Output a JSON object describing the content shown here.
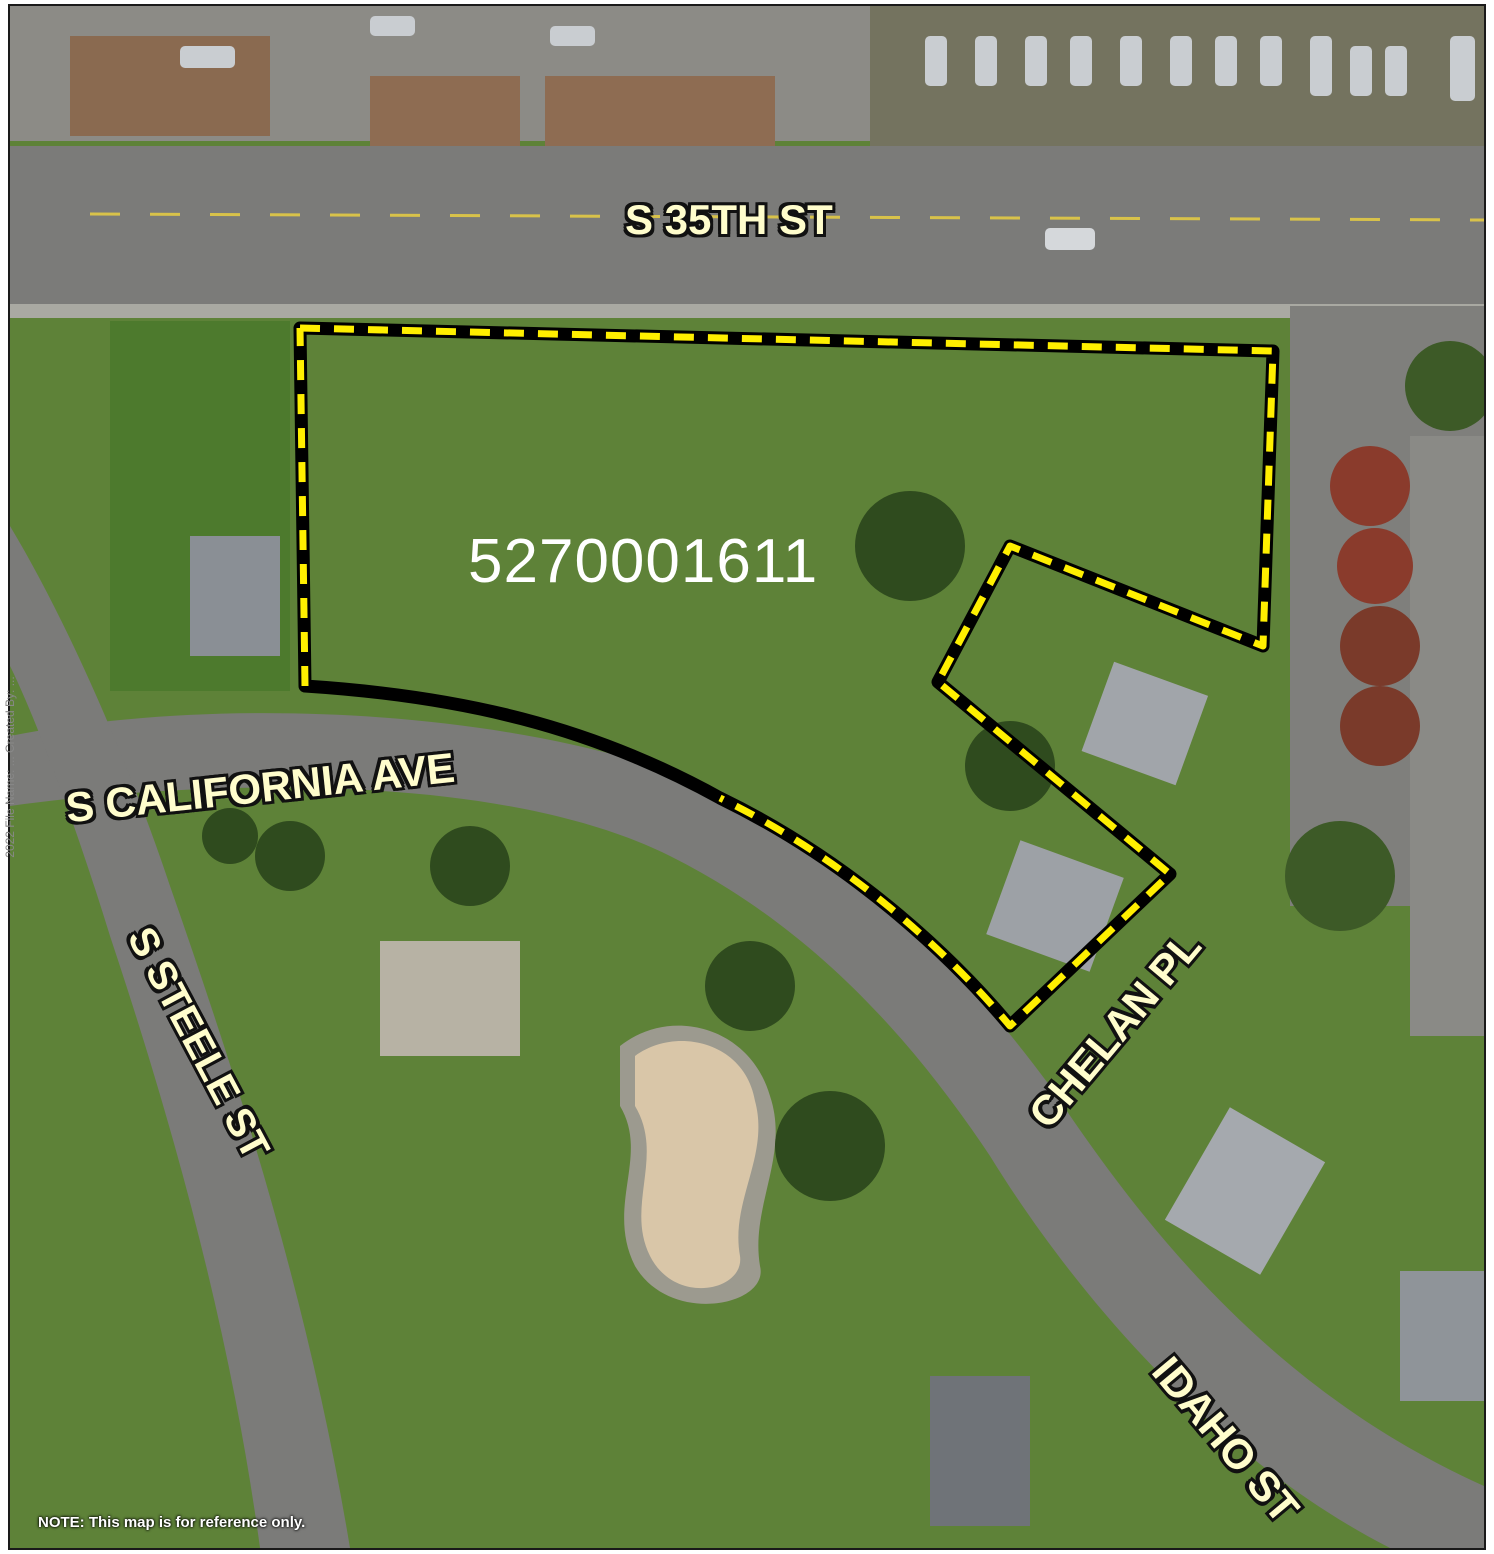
{
  "parcel": {
    "number": "5270001611",
    "outline_colors": {
      "dash": "#ffef00",
      "base": "#000000"
    }
  },
  "streets": {
    "s_35th": "S 35TH ST",
    "s_california": "S CALIFORNIA AVE",
    "s_steele": "S STEELE ST",
    "chelan": "CHELAN PL",
    "idaho": "IDAHO ST"
  },
  "note": "NOTE: This map is for reference only.",
  "side_credit": "2022  File Name: ...  Created By: ...",
  "colors": {
    "grass": "#5f8a3a",
    "road": "#7d7d7d",
    "parking": "#8a8a86",
    "roof": "#9aa0a6",
    "tree": "#3a5a26"
  }
}
